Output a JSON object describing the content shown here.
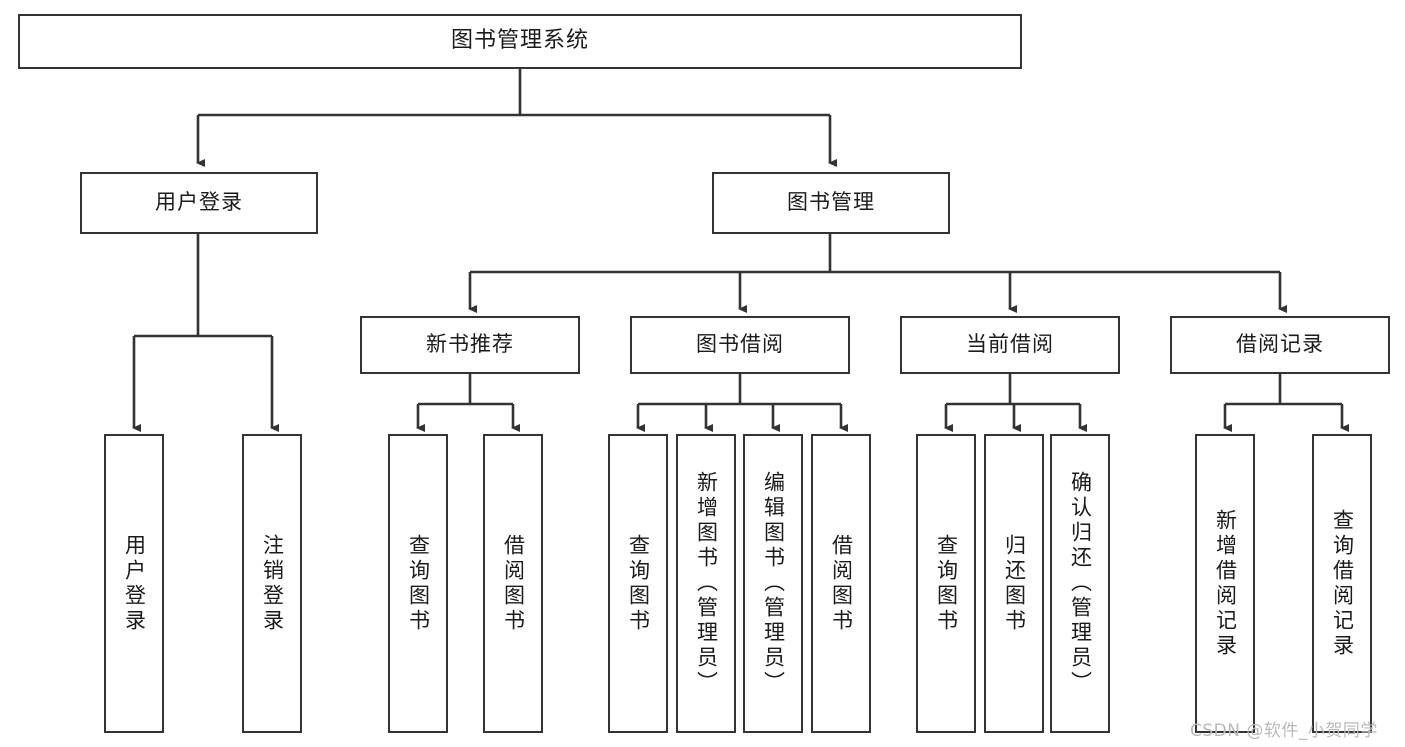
{
  "diagram": {
    "title": "图书管理系统",
    "type": "tree-hierarchy",
    "background": "#ffffff",
    "line_color": "#333333",
    "text_color": "#1b1b1b"
  },
  "root": {
    "label": "图书管理系统"
  },
  "level2": {
    "user_login": "用户登录",
    "book_manage": "图书管理"
  },
  "level3": {
    "new_book": "新书推荐",
    "book_borrow": "图书借阅",
    "current_borrow": "当前借阅",
    "borrow_record": "借阅记录"
  },
  "leaves": {
    "user_login": [
      "用户登录",
      "注销登录"
    ],
    "new_book": [
      "查询图书",
      "借阅图书"
    ],
    "book_borrow": [
      "查询图书",
      "新增图书（管理员）",
      "编辑图书（管理员）",
      "借阅图书"
    ],
    "current_borrow": [
      "查询图书",
      "归还图书",
      "确认归还（管理员）"
    ],
    "borrow_record": [
      "新增借阅记录",
      "查询借阅记录"
    ]
  },
  "watermark": {
    "text": "CSDN @软件_小贺同学",
    "color": "#b9b9b9"
  },
  "chart_data": {
    "type": "table",
    "title": "图书管理系统 功能结构图",
    "nodes": [
      {
        "id": "root",
        "label": "图书管理系统",
        "level": 0,
        "parent": null
      },
      {
        "id": "user_login",
        "label": "用户登录",
        "level": 1,
        "parent": "root"
      },
      {
        "id": "book_manage",
        "label": "图书管理",
        "level": 1,
        "parent": "root"
      },
      {
        "id": "new_book",
        "label": "新书推荐",
        "level": 2,
        "parent": "book_manage"
      },
      {
        "id": "book_borrow",
        "label": "图书借阅",
        "level": 2,
        "parent": "book_manage"
      },
      {
        "id": "current_borrow",
        "label": "当前借阅",
        "level": 2,
        "parent": "book_manage"
      },
      {
        "id": "borrow_record",
        "label": "借阅记录",
        "level": 2,
        "parent": "book_manage"
      },
      {
        "id": "ul_1",
        "label": "用户登录",
        "level": 2,
        "parent": "user_login"
      },
      {
        "id": "ul_2",
        "label": "注销登录",
        "level": 2,
        "parent": "user_login"
      },
      {
        "id": "nb_1",
        "label": "查询图书",
        "level": 3,
        "parent": "new_book"
      },
      {
        "id": "nb_2",
        "label": "借阅图书",
        "level": 3,
        "parent": "new_book"
      },
      {
        "id": "bb_1",
        "label": "查询图书",
        "level": 3,
        "parent": "book_borrow"
      },
      {
        "id": "bb_2",
        "label": "新增图书（管理员）",
        "level": 3,
        "parent": "book_borrow"
      },
      {
        "id": "bb_3",
        "label": "编辑图书（管理员）",
        "level": 3,
        "parent": "book_borrow"
      },
      {
        "id": "bb_4",
        "label": "借阅图书",
        "level": 3,
        "parent": "book_borrow"
      },
      {
        "id": "cb_1",
        "label": "查询图书",
        "level": 3,
        "parent": "current_borrow"
      },
      {
        "id": "cb_2",
        "label": "归还图书",
        "level": 3,
        "parent": "current_borrow"
      },
      {
        "id": "cb_3",
        "label": "确认归还（管理员）",
        "level": 3,
        "parent": "current_borrow"
      },
      {
        "id": "br_1",
        "label": "新增借阅记录",
        "level": 3,
        "parent": "borrow_record"
      },
      {
        "id": "br_2",
        "label": "查询借阅记录",
        "level": 3,
        "parent": "borrow_record"
      }
    ]
  }
}
